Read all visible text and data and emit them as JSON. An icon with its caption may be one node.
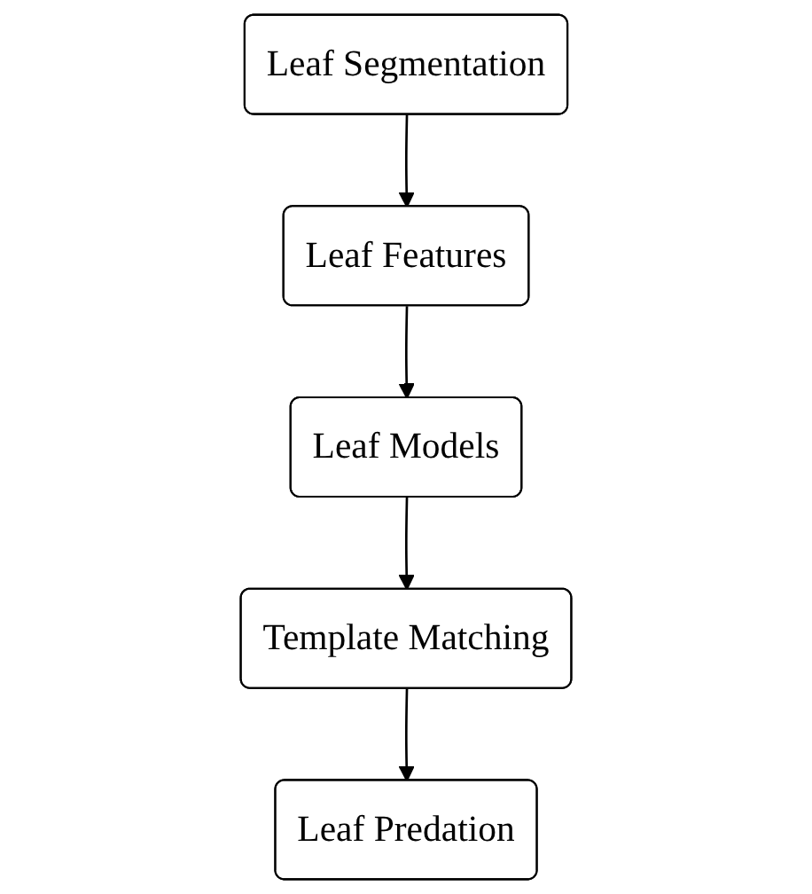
{
  "diagram": {
    "nodes": [
      {
        "text": [
          "Leaf Segmentation"
        ]
      },
      {
        "text": [
          "Leaf Features"
        ]
      },
      {
        "text": [
          "Leaf Models"
        ]
      },
      {
        "text": [
          "Template Matching"
        ]
      },
      {
        "text": [
          "Leaf Predation"
        ]
      }
    ],
    "edges": [
      {
        "from": 0,
        "to": 1,
        "arrow": "to"
      },
      {
        "from": 1,
        "to": 2,
        "arrow": "to"
      },
      {
        "from": 2,
        "to": 3,
        "arrow": "to"
      },
      {
        "from": 3,
        "to": 4,
        "arrow": "to"
      }
    ]
  }
}
